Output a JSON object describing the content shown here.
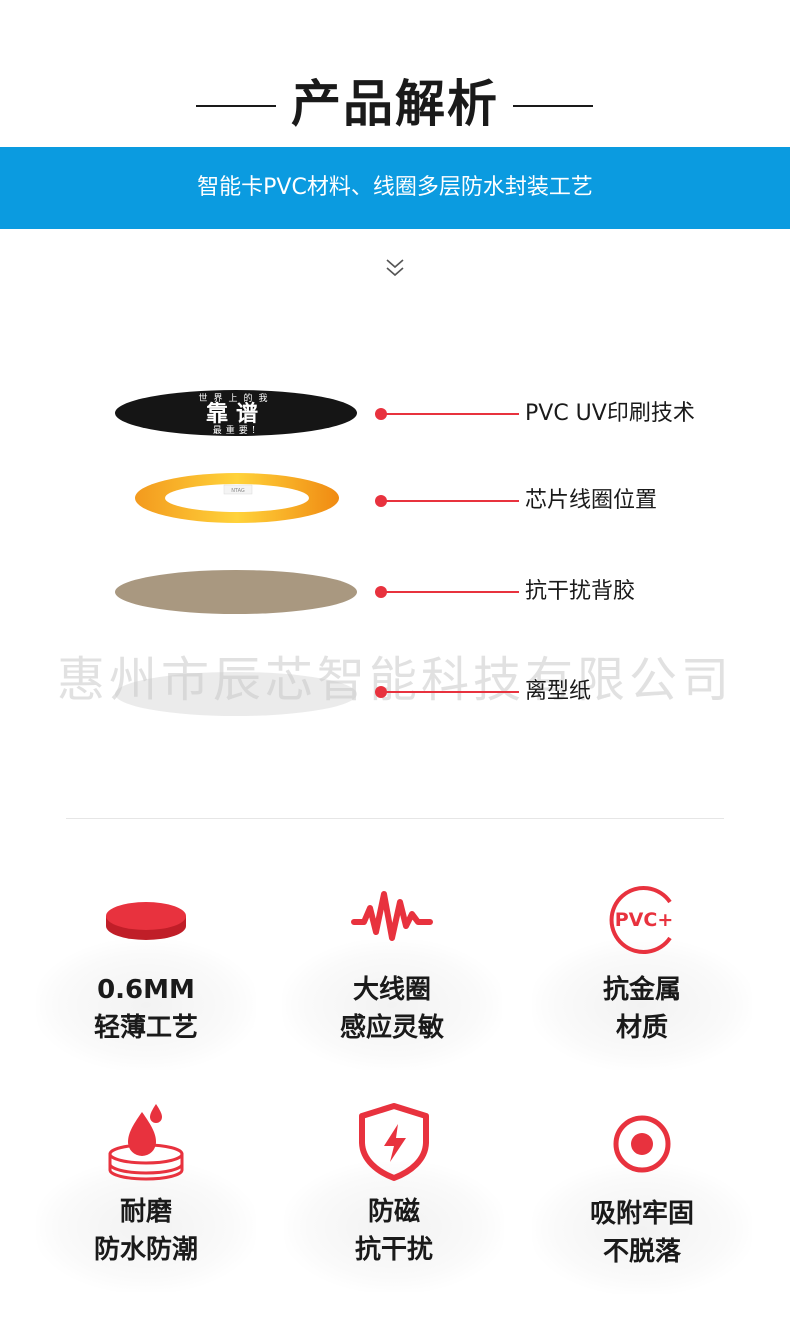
{
  "header": {
    "title": "产品解析"
  },
  "banner": {
    "text": "智能卡PVC材料、线圈多层防水封装工艺"
  },
  "layers": {
    "print_card": {
      "art_top": "世界上的我",
      "art_main": "靠谱",
      "art_bottom": "最重要!",
      "chip_text": "NTAG"
    },
    "items": [
      {
        "label": "PVC UV印刷技术"
      },
      {
        "label": "芯片线圈位置"
      },
      {
        "label": "抗干扰背胶"
      },
      {
        "label": "离型纸"
      }
    ]
  },
  "watermark": "惠州市辰芯智能科技有限公司",
  "features": [
    {
      "icon": "red-disc-icon",
      "line1": "0.6MM",
      "line2": "轻薄工艺"
    },
    {
      "icon": "pulse-wave-icon",
      "line1": "大线圈",
      "line2": "感应灵敏"
    },
    {
      "icon": "pvc-plus-icon",
      "icon_text": "PVC+",
      "line1": "抗金属",
      "line2": "材质"
    },
    {
      "icon": "water-drop-icon",
      "line1": "耐磨",
      "line2": "防水防潮"
    },
    {
      "icon": "shield-lightning-icon",
      "line1": "防磁",
      "line2": "抗干扰"
    },
    {
      "icon": "target-dot-icon",
      "line1": "吸附牢固",
      "line2": "不脱落"
    }
  ],
  "colors": {
    "accent_red": "#e8323e",
    "banner_blue": "#0b9be0",
    "glue_brown": "#a99880",
    "coil_orange": "#f5a623"
  }
}
